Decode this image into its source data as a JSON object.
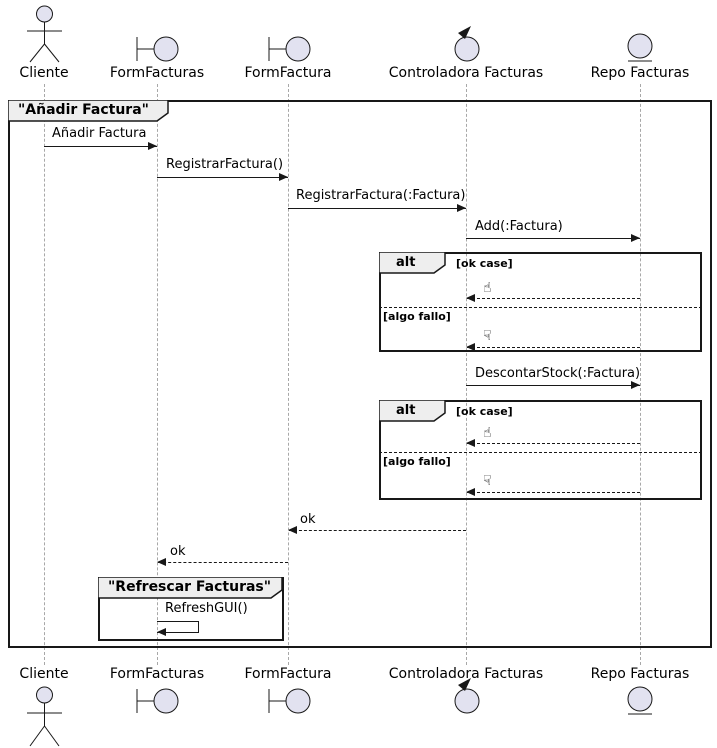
{
  "diagram": {
    "type": "uml-sequence-diagram",
    "colors": {
      "participant_fill": "#E2E2F0",
      "frame_tab_fill": "#EEEEEE",
      "border": "#181818",
      "lifeline": "#A8A8A8",
      "background": "#FFFFFF"
    }
  },
  "participants": [
    {
      "name": "Cliente",
      "type": "actor"
    },
    {
      "name": "FormFacturas",
      "type": "boundary"
    },
    {
      "name": "FormFactura",
      "type": "boundary"
    },
    {
      "name": "Controladora Facturas",
      "type": "control"
    },
    {
      "name": "Repo Facturas",
      "type": "entity"
    }
  ],
  "frames": {
    "main": {
      "title": "\"Añadir Factura\""
    },
    "alt1": {
      "keyword": "alt",
      "guard_ok": "[ok case]",
      "guard_fail": "[algo fallo]"
    },
    "alt2": {
      "keyword": "alt",
      "guard_ok": "[ok case]",
      "guard_fail": "[algo fallo]"
    },
    "refresh": {
      "title": "\"Refrescar Facturas\""
    }
  },
  "icons": {
    "thumbs_up": "☝",
    "thumbs_down": "☟"
  },
  "messages": {
    "anadir_factura": "Añadir Factura",
    "registrar_factura": "RegistrarFactura()",
    "registrar_factura_param": "RegistrarFactura(:Factura)",
    "add_factura": "Add(:Factura)",
    "descontar_stock": "DescontarStock(:Factura)",
    "ok_to_formfactura": "ok",
    "ok_to_formfacturas": "ok",
    "refresh_gui": "RefreshGUI()"
  }
}
